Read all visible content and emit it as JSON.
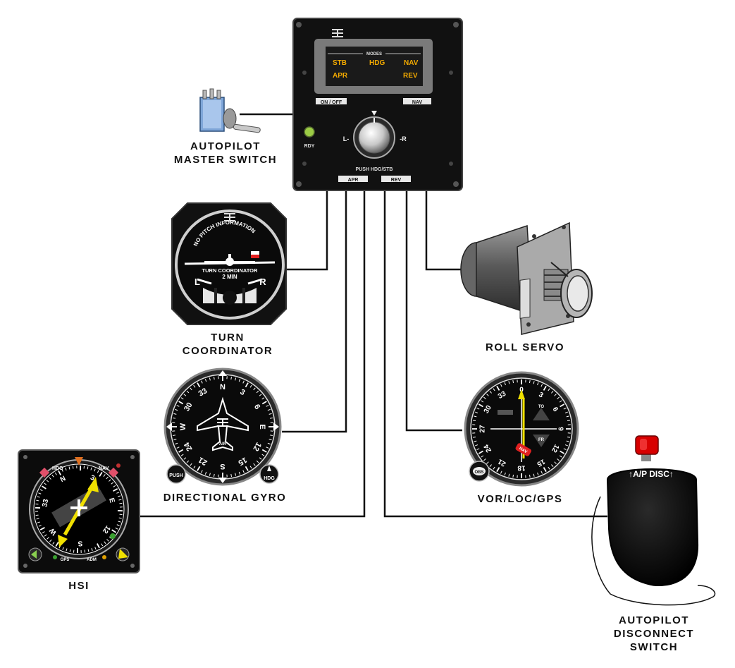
{
  "autopilot_panel": {
    "modes_header": "MODES",
    "modes": [
      "STB",
      "HDG",
      "NAV",
      "APR",
      "REV"
    ],
    "top_buttons": [
      "ON / OFF",
      "NAV"
    ],
    "bottom_buttons": [
      "APR",
      "REV"
    ],
    "knob_left": "L-",
    "knob_right": "-R",
    "knob_label": "PUSH HDG/STB",
    "ready_label": "RDY"
  },
  "components": {
    "master_switch": {
      "line1": "AUTOPILOT",
      "line2": "MASTER SWITCH"
    },
    "turn_coordinator": {
      "line1": "TURN",
      "line2": "COORDINATOR"
    },
    "roll_servo": {
      "line1": "ROLL SERVO"
    },
    "directional_gyro": {
      "line1": "DIRECTIONAL GYRO"
    },
    "vor_loc_gps": {
      "line1": "VOR/LOC/GPS"
    },
    "hsi": {
      "line1": "HSI"
    },
    "disconnect_switch": {
      "line1": "AUTOPILOT",
      "line2": "DISCONNECT",
      "line3": "SWITCH"
    }
  },
  "turn_coordinator_face": {
    "arc_text": "NO PITCH INFORMATION",
    "name": "TURN COORDINATOR",
    "rate": "2 MIN",
    "left": "L",
    "right": "R"
  },
  "directional_gyro_face": {
    "cardinals": [
      "N",
      "3",
      "6",
      "E",
      "12",
      "15",
      "S",
      "21",
      "24",
      "W",
      "30",
      "33"
    ],
    "push_label": "PUSH",
    "hdg_label": "HDG",
    "aircraft_label": "AIR"
  },
  "vor_face": {
    "ticks": [
      "0",
      "3",
      "6",
      "9",
      "12",
      "15",
      "18",
      "21",
      "24",
      "27",
      "30",
      "33"
    ],
    "to_label": "TO",
    "fr_label": "FR",
    "nav_flag": "NAV",
    "obs_label": "OBS"
  },
  "hsi_face": {
    "hdg_label": "HDG",
    "nav_label": "NAV",
    "gps_label": "GPS",
    "adm_label": "ADM",
    "cardinals": [
      "N",
      "3",
      "E",
      "12",
      "S",
      "W",
      "33"
    ]
  },
  "disconnect_switch_face": {
    "label": "A/P DISC"
  },
  "colors": {
    "display_amber": "#f2a900",
    "ready_led": "#9ccc45",
    "flag_red": "#e02020",
    "needle_yellow": "#f0e000",
    "disc_button": "#d80000"
  }
}
